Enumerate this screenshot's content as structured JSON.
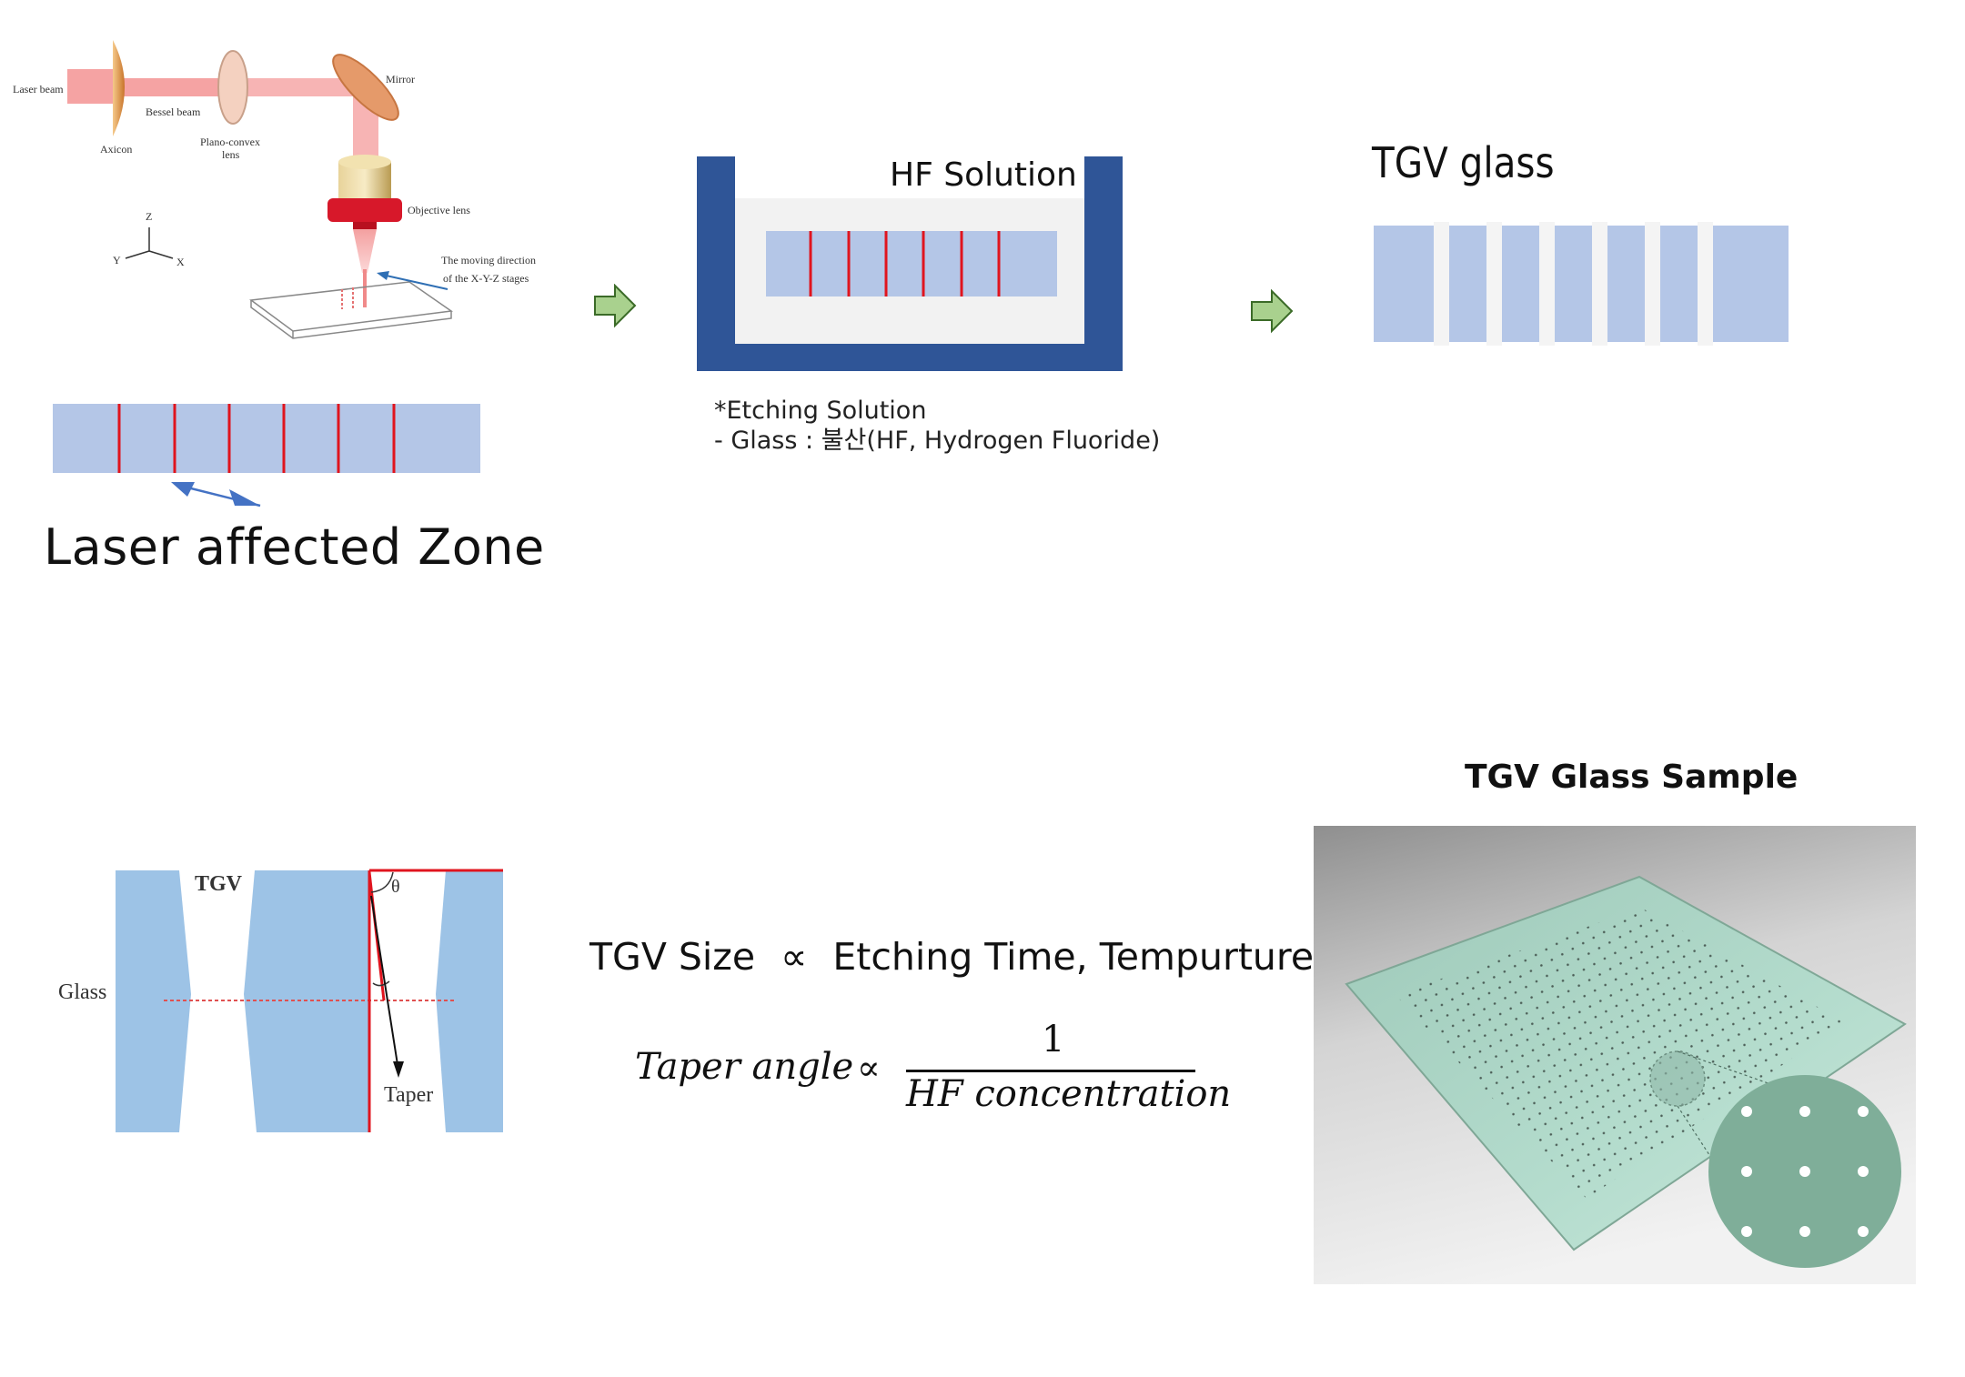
{
  "laser_setup": {
    "laser_beam": "Laser beam",
    "axicon": "Axicon",
    "bessel_beam": "Bessel beam",
    "plano_convex_1": "Plano-convex",
    "plano_convex_2": "lens",
    "mirror": "Mirror",
    "objective_lens": "Objective lens",
    "moving_dir_1": "The moving direction",
    "moving_dir_2": "of the X-Y-Z stages",
    "axis_z": "Z",
    "axis_y": "Y",
    "axis_x": "X"
  },
  "laser_zone_label": "Laser affected Zone",
  "etching": {
    "hf_label": "HF Solution",
    "note_line1": "*Etching Solution",
    "note_line2": "- Glass : 불산(HF, Hydrogen Fluoride)"
  },
  "tgv_glass_label": "TGV glass",
  "taper_diagram": {
    "tgv": "TGV",
    "glass": "Glass",
    "theta": "θ",
    "taper": "Taper"
  },
  "equations": {
    "eq1_lhs": "TGV Size",
    "proportional": "∝",
    "eq1_rhs": "Etching Time, Tempurture",
    "eq2_lhs": "Taper angle",
    "eq2_num": "1",
    "eq2_den": "HF concentration"
  },
  "sample_title": "TGV Glass Sample",
  "colors": {
    "glass_fill": "#b4c6e7",
    "laser_line": "#e0141e",
    "tank": "#2f5597",
    "arrow_green": "#a9d18e",
    "arrow_blue": "#4472c4",
    "taper_glass": "#9dc3e6",
    "sample_green": "#7fae99"
  }
}
